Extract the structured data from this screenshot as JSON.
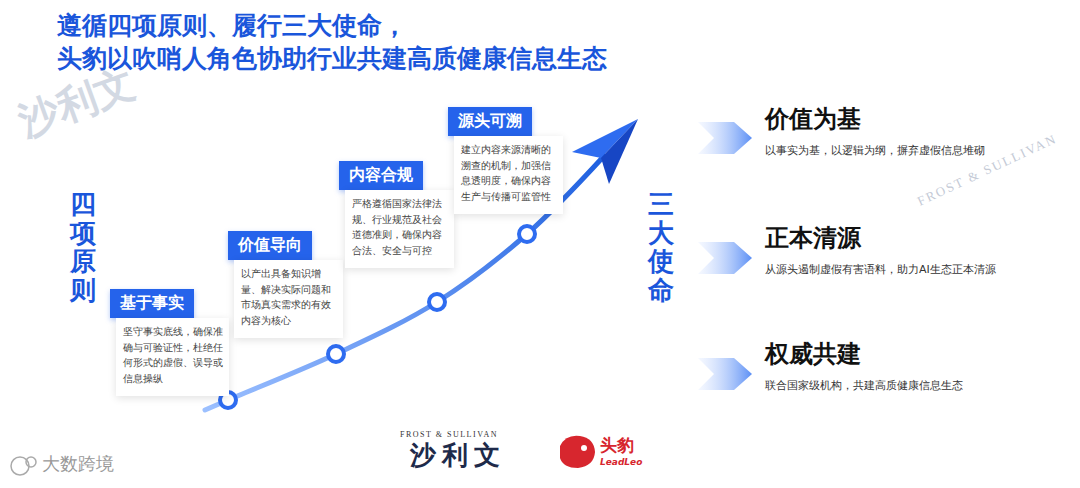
{
  "diagram": {
    "title": "遵循四项原则、履行三大使命， 头豹以吹哨人角色协助行业共建高质健康信息生态",
    "nodes": [
      {
        "text": [
          "基于事实",
          "坚守事实底线，确保准确与可验证性，杜绝任何形式的虚假、误导或信息操纵"
        ]
      },
      {
        "text": [
          "价值导向",
          "以产出具备知识增量、解决实际问题和市场真实需求的有效内容为核心"
        ]
      },
      {
        "text": [
          "内容合规",
          "严格遵循国家法律法规、行业规范及社会道德准则，确保内容合法、安全与可控"
        ]
      },
      {
        "text": [
          "源头可溯",
          "建立内容来源清晰的溯查的机制，加强信息透明度，确保内容生产与传播可监管性"
        ]
      },
      {
        "text": [
          "价值为基",
          "以事实为基，以逻辑为纲，摒弃虚假信息堆砌"
        ]
      },
      {
        "text": [
          "正本清源",
          "从源头遏制虚假有害语料，助力AI生态正本清源"
        ]
      },
      {
        "text": [
          "权威共建",
          "联合国家级机构，共建高质健康信息生态"
        ]
      }
    ],
    "labels": [
      "四项原则",
      "三大使命",
      "FROST & SULLIVAN",
      "沙利文",
      "头豹",
      "LeadLeo",
      "大数跨境",
      "沙利文",
      "FROST & SULLIVAN"
    ]
  }
}
